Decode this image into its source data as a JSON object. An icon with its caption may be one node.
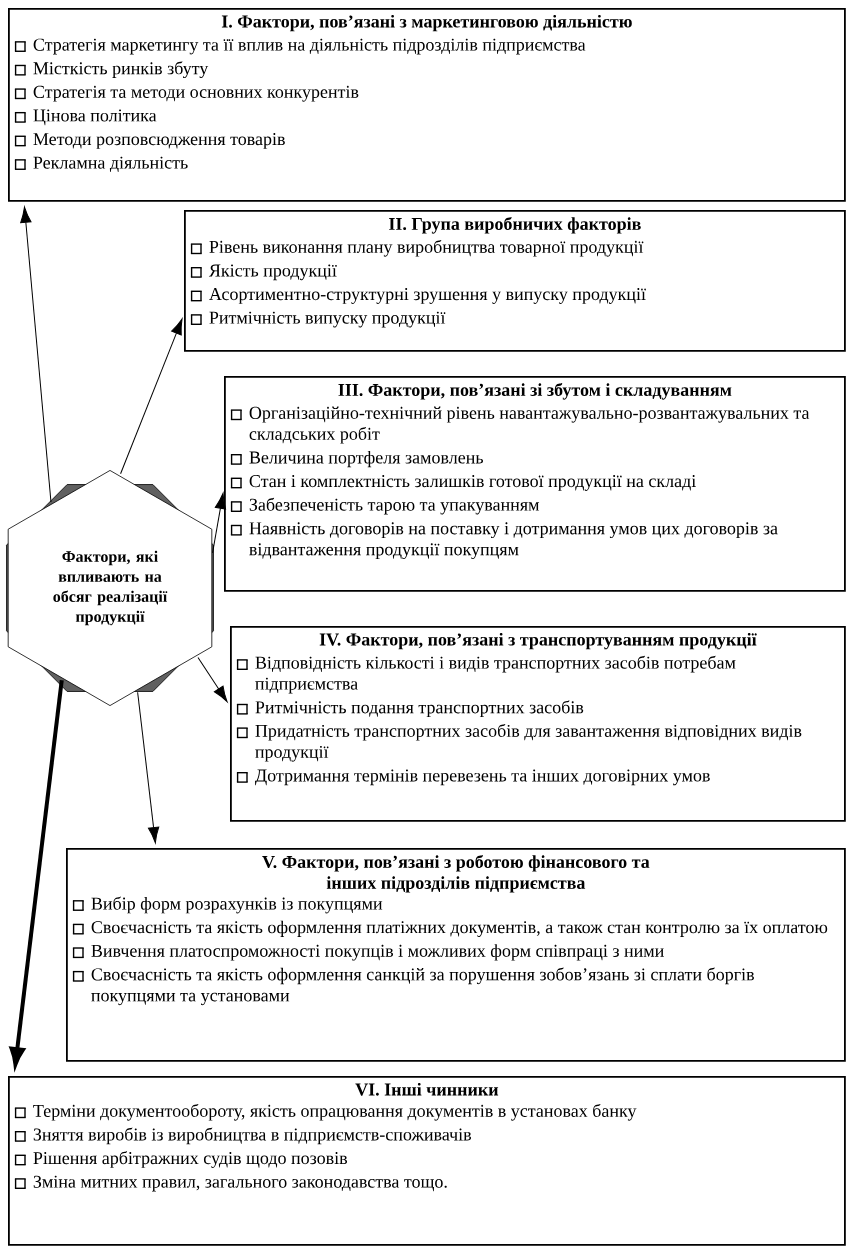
{
  "diagram": {
    "nodes": [
      {
        "text": [
          "I. Фактори, пов’язані з маркетинговою діяльністю",
          "Стратегія маркетингу та її вплив на діяльність підрозділів підприємства",
          "Місткість ринків збуту",
          "Стратегія та методи основних конкурентів",
          "Цінова політика",
          "Методи розповсюдження товарів",
          "Рекламна діяльність"
        ]
      },
      {
        "text": [
          "II. Група виробничих факторів",
          "Рівень виконання плану виробництва товарної продукції",
          "Якість продукції",
          "Асортиментно-структурні зрушення у випуску продукції",
          "Ритмічність випуску продукції"
        ]
      },
      {
        "text": [
          "III. Фактори, пов’язані зі збутом і складуванням",
          "Організаційно-технічний рівень навантажувально-розвантажувальних та складських робіт",
          "Величина портфеля замовлень",
          "Стан і комплектність залишків готової продукції на складі",
          "Забезпеченість тарою та упакуванням",
          "Наявність договорів на поставку і дотримання умов цих договорів за відвантаження продукції покупцям"
        ]
      },
      {
        "text": [
          "Фактори, які впливають на обсяг реалізації продукції"
        ]
      },
      {
        "text": [
          "IV. Фактори, пов’язані з транспортуванням продукції",
          "Відповідність кількості і видів транспортних засобів потребам підприємства",
          "Ритмічність подання транспортних засобів",
          "Придатність транспортних засобів для завантаження відповідних видів продукції",
          "Дотримання термінів перевезень та інших договірних умов"
        ]
      },
      {
        "text": [
          "V. Фактори, пов’язані з роботою фінансового та інших підрозділів підприємства",
          "Вибір форм розрахунків із покупцями",
          "Своєчасність та якість оформлення платіжних документів, а також стан контролю за їх оплатою",
          "Вивчення платоспроможності покупців і можливих форм співпраці з ними",
          "Своєчасність та якість оформлення санкцій за порушення зобов’язань зі сплати боргів покупцями та установами"
        ]
      },
      {
        "text": [
          "VI. Інші чинники",
          "Терміни документообороту, якість опрацювання документів в установах банку",
          "Зняття виробів із виробництва в підприємств-споживачів",
          "Рішення арбітражних судів щодо позовів",
          "Зміна митних правил, загального законодавства тощо."
        ]
      }
    ],
    "edges": [
      {
        "from": 3,
        "to": 0,
        "arrow": "to"
      },
      {
        "from": 3,
        "to": 1,
        "arrow": "to"
      },
      {
        "from": 3,
        "to": 2,
        "arrow": "to"
      },
      {
        "from": 3,
        "to": 4,
        "arrow": "to"
      },
      {
        "from": 3,
        "to": 5,
        "arrow": "to"
      },
      {
        "from": 3,
        "to": 6,
        "arrow": "to",
        "style": "thick"
      }
    ]
  }
}
